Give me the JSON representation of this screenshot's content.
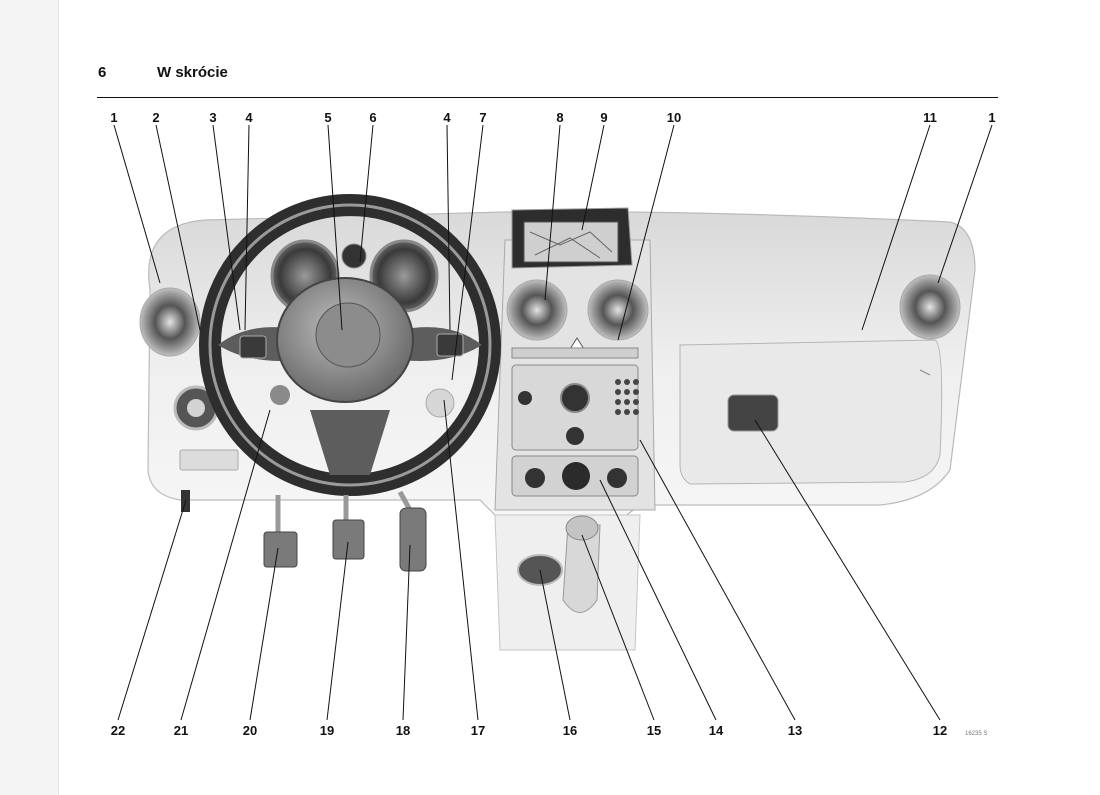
{
  "header": {
    "page_number": "6",
    "section_title": "W skrócie"
  },
  "figure": {
    "top_callouts": [
      "1",
      "2",
      "3",
      "4",
      "5",
      "6",
      "4",
      "7",
      "8",
      "9",
      "10",
      "11",
      "1"
    ],
    "bottom_callouts": [
      "22",
      "21",
      "20",
      "19",
      "18",
      "17",
      "16",
      "15",
      "14",
      "13",
      "12"
    ],
    "figure_code": "16235 S"
  }
}
